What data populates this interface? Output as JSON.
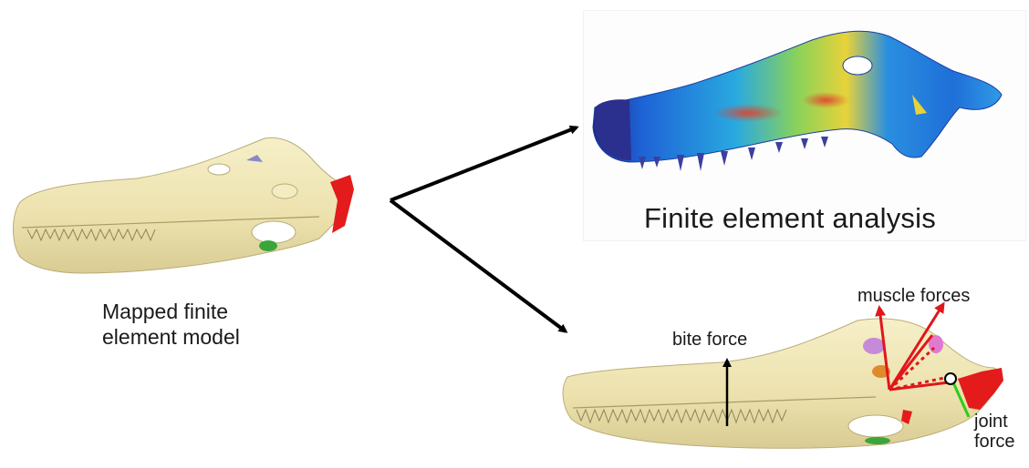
{
  "left_caption": {
    "line1": "Mapped finite",
    "line2": "element model"
  },
  "fea_caption": "Finite element analysis",
  "annotations": {
    "muscle_forces": "muscle forces",
    "bite_force": "bite force",
    "joint_force_line1": "joint",
    "joint_force_line2": "force"
  },
  "colors": {
    "bone": "#efe6b4",
    "bone_shade": "#cfc38c",
    "arrow": "#000000",
    "force_red": "#e0161b",
    "joint_green": "#2ecc1a",
    "joint_red": "#e31b1b",
    "fea_blue": "#1e5fd0",
    "fea_high": "#e23a2a"
  }
}
